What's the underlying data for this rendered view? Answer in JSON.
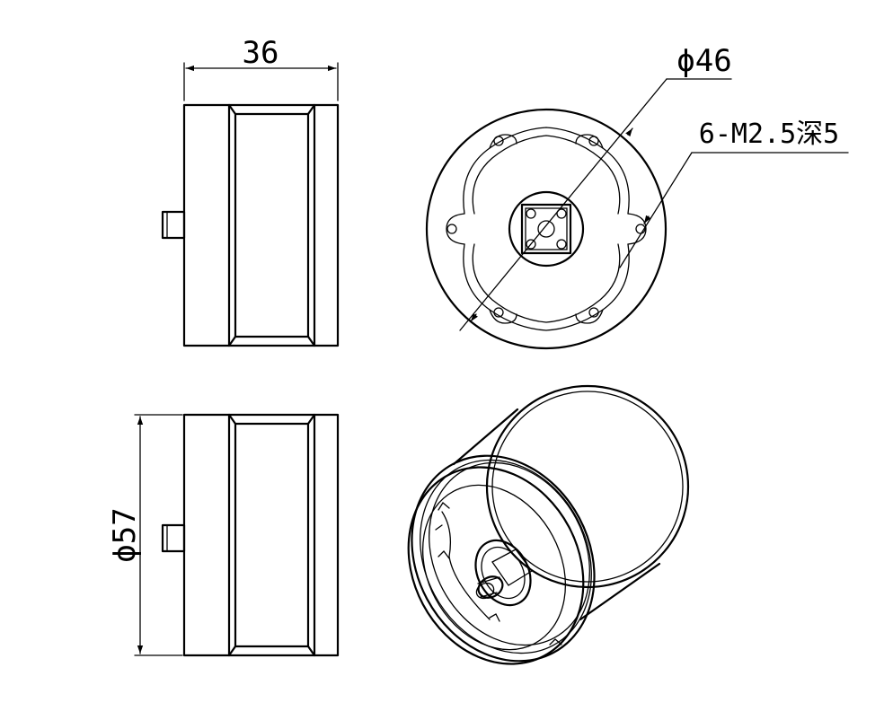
{
  "dimensions": {
    "width_label": "36",
    "diameter_outer_label": "ϕ57",
    "diameter_bolt_label": "ϕ46",
    "thread_label": "6-M2.5深5"
  }
}
